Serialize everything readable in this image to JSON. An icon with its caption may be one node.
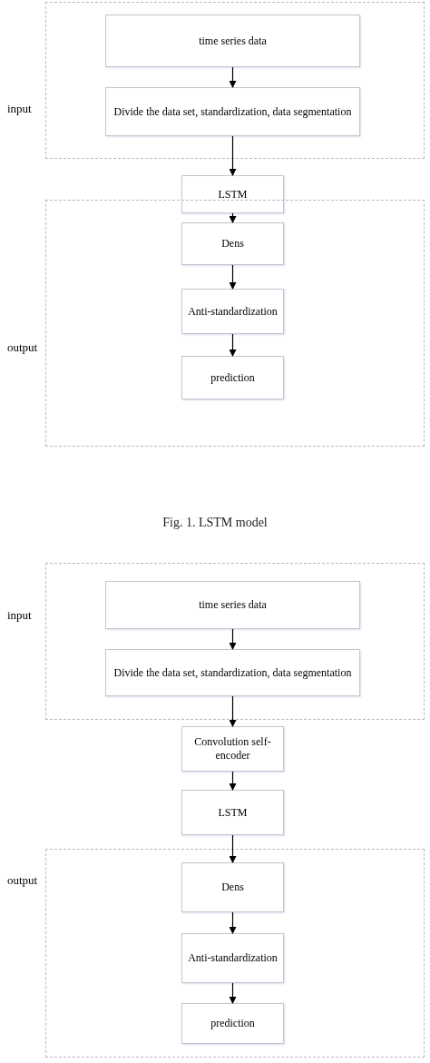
{
  "diagram": {
    "nodes": [
      {
        "text": [
          "input"
        ]
      },
      {
        "text": [
          "time series data"
        ],
        "in": 0
      },
      {
        "text": [
          "Divide the data set, standardization, data segmentation"
        ],
        "in": 0
      },
      {
        "text": [
          "LSTM"
        ]
      },
      {
        "text": [
          "output"
        ]
      },
      {
        "text": [
          "Dens"
        ],
        "in": 4
      },
      {
        "text": [
          "Anti-standardization"
        ],
        "in": 4
      },
      {
        "text": [
          "prediction"
        ],
        "in": 4
      },
      {
        "text": [
          "input"
        ]
      },
      {
        "text": [
          "time series data"
        ],
        "in": 8
      },
      {
        "text": [
          "Divide the data set, standardization, data segmentation"
        ],
        "in": 8
      },
      {
        "text": [
          "Convolution self-encoder"
        ]
      },
      {
        "text": [
          "LSTM"
        ]
      },
      {
        "text": [
          "output"
        ]
      },
      {
        "text": [
          "Dens"
        ],
        "in": 13
      },
      {
        "text": [
          "Anti-standardization"
        ],
        "in": 13
      },
      {
        "text": [
          "prediction"
        ],
        "in": 13
      }
    ],
    "edges": [
      {
        "from": 1,
        "to": 2,
        "arrow": "to"
      },
      {
        "from": 2,
        "to": 3,
        "arrow": "to"
      },
      {
        "from": 3,
        "to": 5,
        "arrow": "to"
      },
      {
        "from": 5,
        "to": 6,
        "arrow": "to"
      },
      {
        "from": 6,
        "to": 7,
        "arrow": "to"
      },
      {
        "from": 9,
        "to": 10,
        "arrow": "to"
      },
      {
        "from": 10,
        "to": 11,
        "arrow": "to"
      },
      {
        "from": 11,
        "to": 12,
        "arrow": "to"
      },
      {
        "from": 12,
        "to": 14,
        "arrow": "to"
      },
      {
        "from": 14,
        "to": 15,
        "arrow": "to"
      },
      {
        "from": 15,
        "to": 16,
        "arrow": "to"
      }
    ],
    "labels": [
      "Fig. 1. LSTM model"
    ]
  }
}
